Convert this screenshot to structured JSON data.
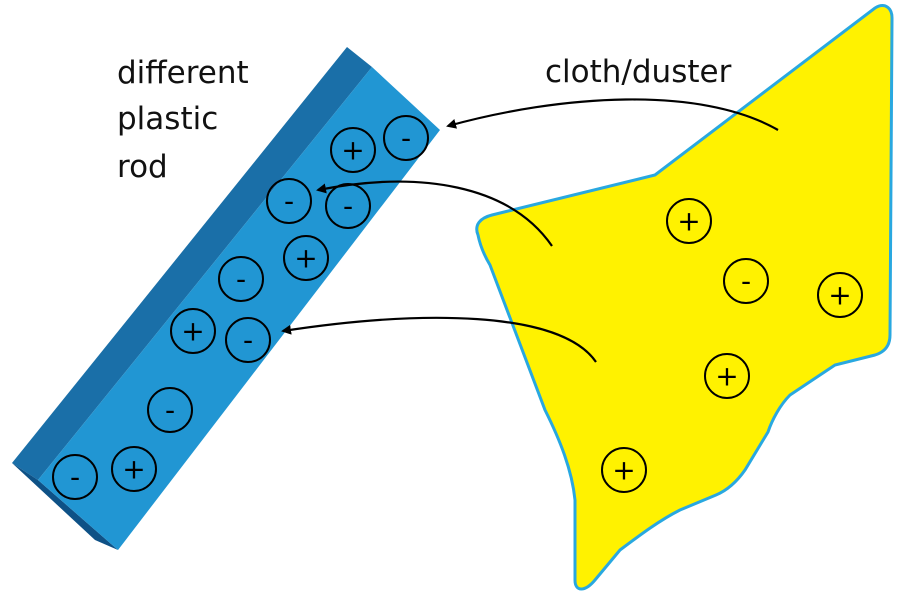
{
  "labels": {
    "rod": [
      "different",
      "plastic",
      "rod"
    ],
    "cloth": "cloth/duster"
  },
  "colors": {
    "rod_face": "#2196d3",
    "rod_top": "#1a6fa8",
    "rod_side": "#0e5186",
    "cloth_fill": "#fff200",
    "cloth_outline": "#29a8e0"
  },
  "rod_charges": [
    "+",
    "-",
    "-",
    "-",
    "+",
    "-",
    "+",
    "-",
    "-",
    "-",
    "+"
  ],
  "cloth_charges": [
    "+",
    "-",
    "+",
    "+",
    "+"
  ],
  "arrows": [
    "electron-transfer-1",
    "electron-transfer-2",
    "electron-transfer-3"
  ]
}
